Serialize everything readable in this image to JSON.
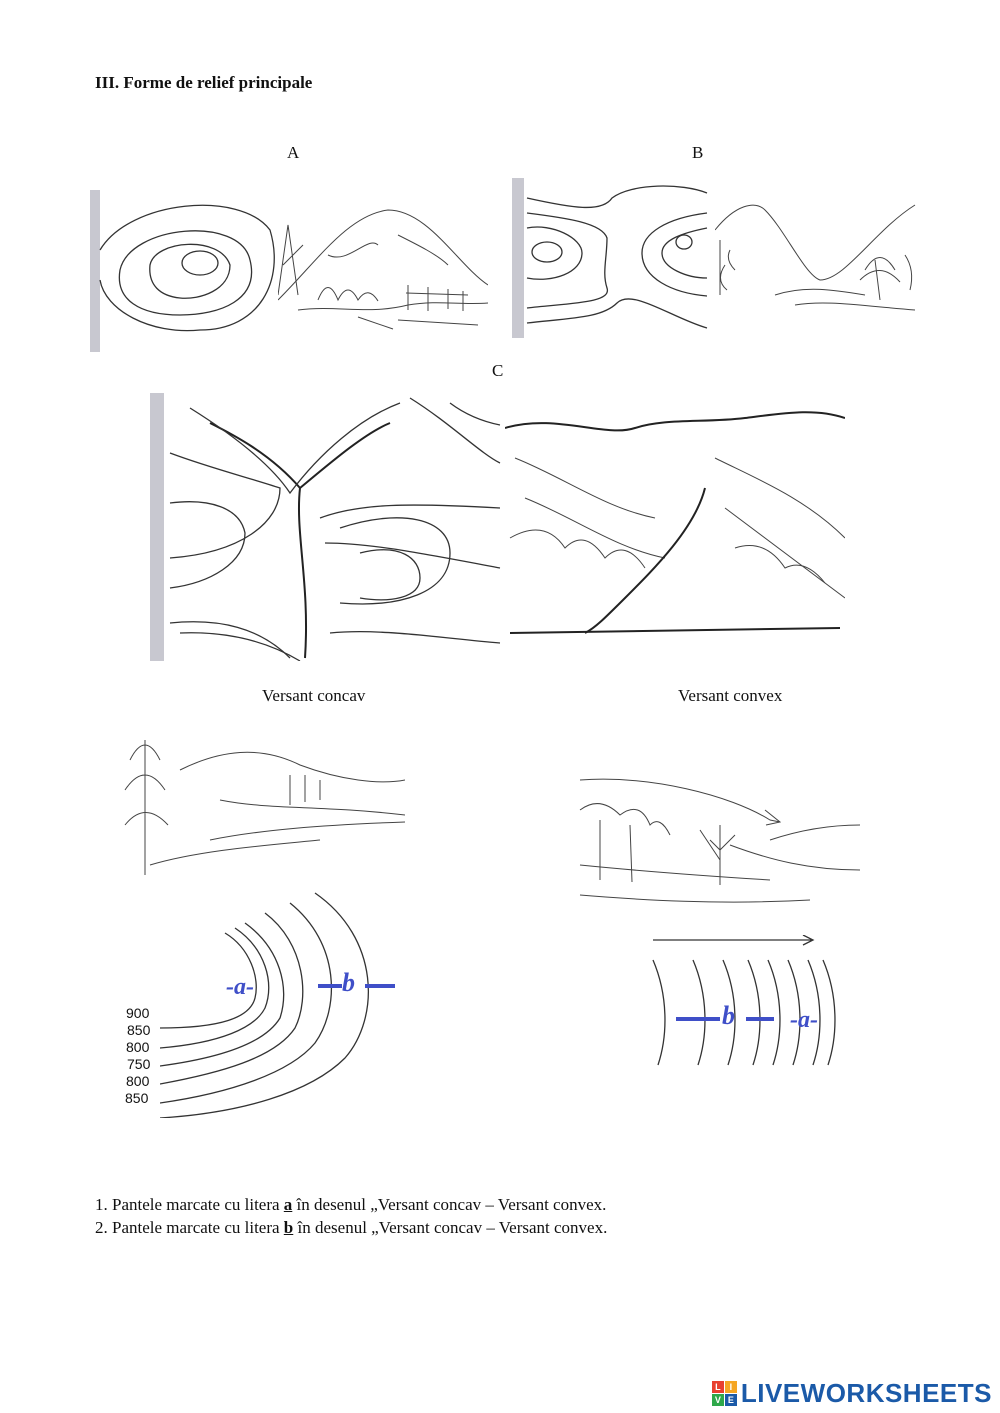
{
  "heading": "III. Forme de relief principale",
  "figure_labels": {
    "a": "A",
    "b": "B",
    "c": "C"
  },
  "slope_labels": {
    "concave": "Versant concav",
    "convex": "Versant convex"
  },
  "contour_values": [
    "900",
    "850",
    "800",
    "750",
    "800",
    "850"
  ],
  "markers": {
    "a": "-a-",
    "b": "b"
  },
  "questions": [
    {
      "prefix": "1. Pantele marcate cu litera ",
      "letter": "a",
      "suffix": "  în desenul „Versant concav – Versant convex."
    },
    {
      "prefix": "2. Pantele marcate cu litera ",
      "letter": "b",
      "suffix": "  în desenul „Versant concav – Versant convex."
    }
  ],
  "branding": {
    "logo_text": "LIVEWORKSHEETS",
    "logo_letters": [
      "L",
      "I",
      "V",
      "E"
    ],
    "accent": "#1b5aa8",
    "marker_color": "#3f4fc8"
  }
}
